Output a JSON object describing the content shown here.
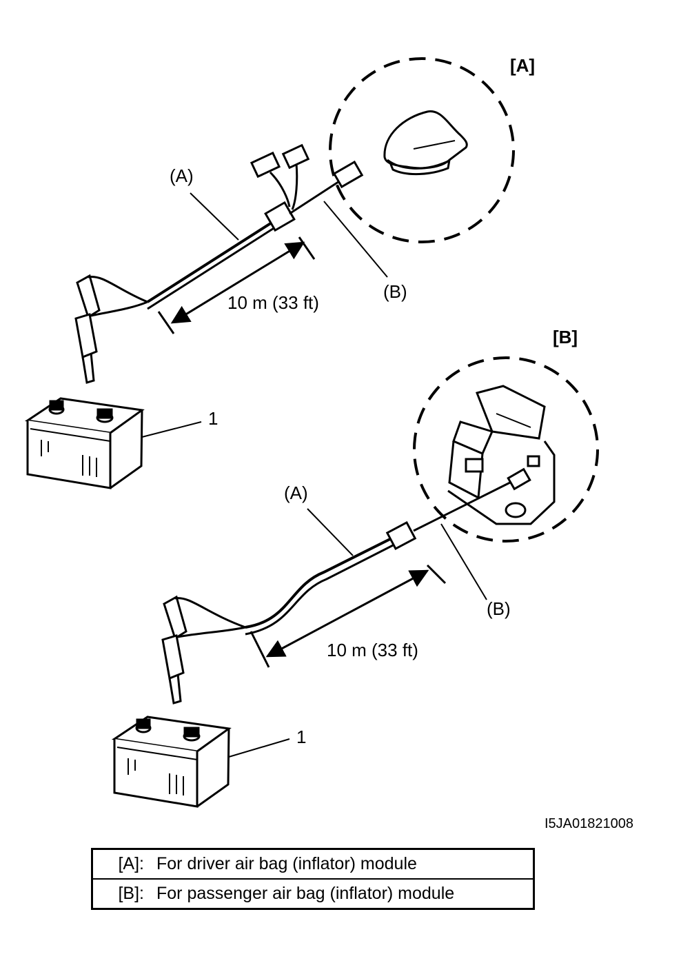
{
  "figure": {
    "id": "I5JA01821008",
    "section_a_label": "[A]",
    "section_b_label": "[B]"
  },
  "diagram_a": {
    "wire_label": "(A)",
    "lead_label": "(B)",
    "length_label": "10 m (33 ft)",
    "battery_label": "1"
  },
  "diagram_b": {
    "wire_label": "(A)",
    "lead_label": "(B)",
    "length_label": "10 m (33 ft)",
    "battery_label": "1"
  },
  "legend": [
    {
      "key": "[A]:",
      "text": "For driver air bag (inflator) module"
    },
    {
      "key": "[B]:",
      "text": "For passenger air bag (inflator) module"
    }
  ]
}
